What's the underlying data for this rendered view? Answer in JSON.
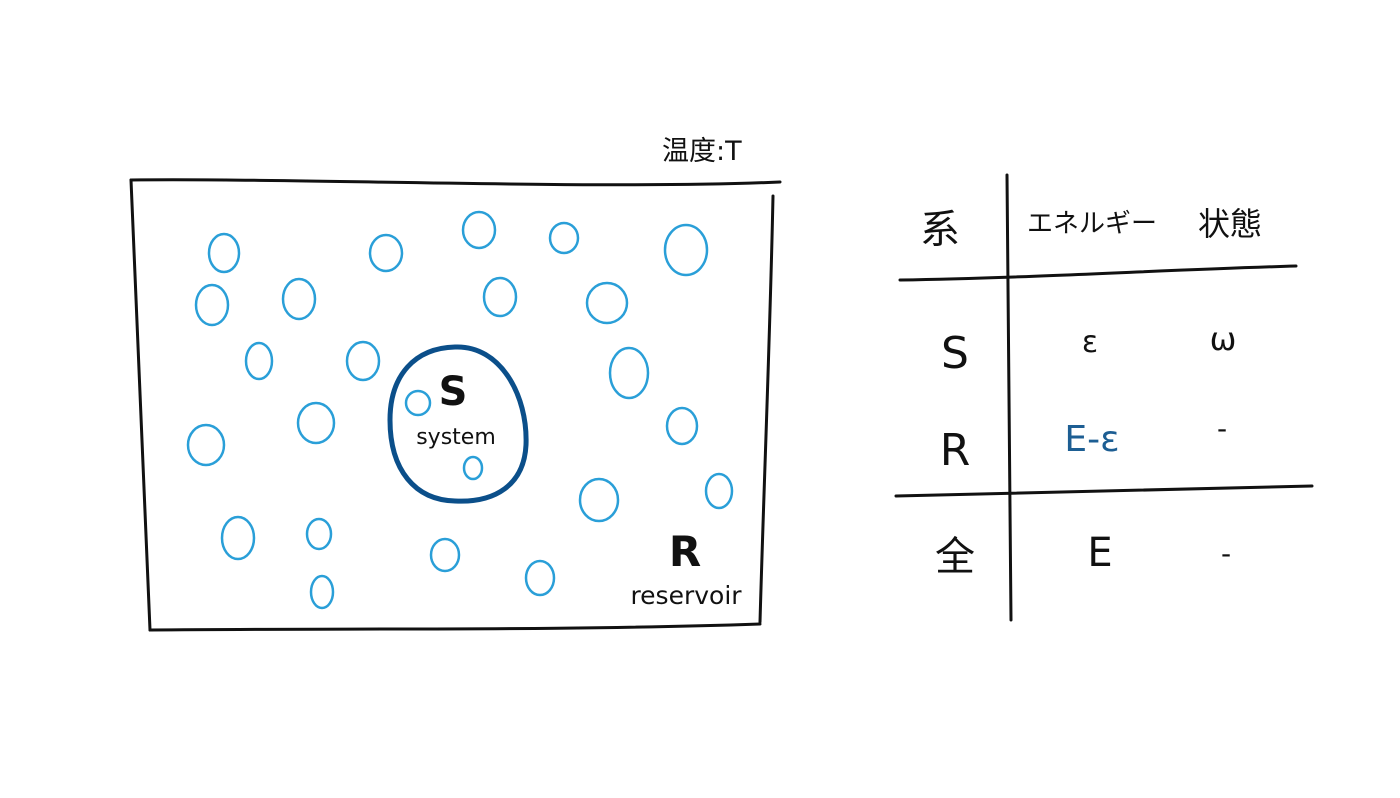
{
  "diagram": {
    "temperature_label": "温度:T",
    "system": {
      "symbol": "S",
      "name": "system"
    },
    "reservoir": {
      "symbol": "R",
      "name": "reservoir"
    }
  },
  "table": {
    "headers": [
      "系",
      "エネルギー",
      "状態"
    ],
    "rows": [
      {
        "sys": "S",
        "energy": "ε",
        "state": "ω"
      },
      {
        "sys": "R",
        "energy": "E-ε",
        "state": "-"
      },
      {
        "sys": "全",
        "energy": "E",
        "state": "-"
      }
    ]
  },
  "colors": {
    "particle": "#2a9fd8",
    "system_boundary": "#0b4f8a",
    "highlight_text": "#1d5e93",
    "ink": "#111111"
  }
}
